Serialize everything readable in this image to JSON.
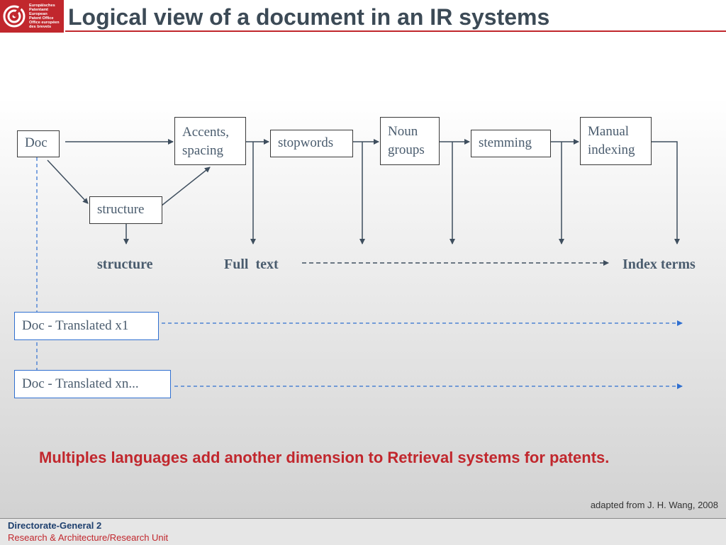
{
  "logo": {
    "lines": [
      "Europäisches",
      "Patentamt",
      "European",
      "Patent Office",
      "Office européen",
      "des brevets"
    ],
    "color": "#c1272d"
  },
  "title": "Logical view of a document in an IR systems",
  "nodes": {
    "doc": "Doc",
    "accents": [
      "Accents,",
      "spacing"
    ],
    "stopwords": "stopwords",
    "noun": [
      "Noun",
      "groups"
    ],
    "stemming": "stemming",
    "manual": [
      "Manual",
      "indexing"
    ],
    "structure_box": "structure",
    "translated_1": "Doc - Translated x1",
    "translated_n": "Doc - Translated xn..."
  },
  "labels": {
    "structure": "structure",
    "full_text": "Full  text",
    "index_terms": "Index terms"
  },
  "message": "Multiples languages add another dimension to Retrieval systems for patents.",
  "credit": "adapted from J. H. Wang, 2008",
  "footer": {
    "line1": "Directorate-General 2",
    "line2": "Research & Architecture/Research Unit"
  },
  "colors": {
    "accent_red": "#c1272d",
    "title_text": "#3c4a56",
    "translation_blue": "#2f6fd0"
  }
}
